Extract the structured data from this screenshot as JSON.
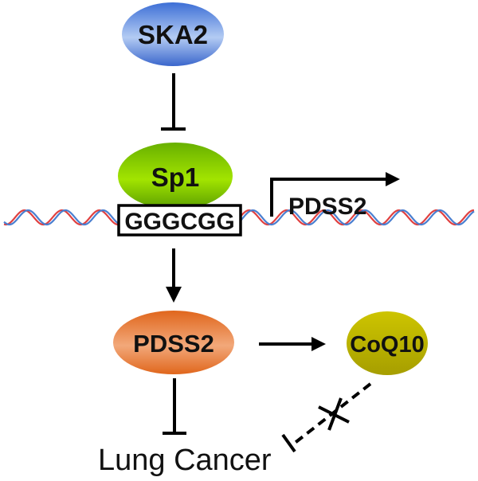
{
  "diagram": {
    "nodes": {
      "ska2": {
        "label": "SKA2",
        "color_top": "#3d6fd6",
        "color_mid": "#a9c3f0",
        "color_bottom": "#3a66cc"
      },
      "sp1": {
        "label": "Sp1",
        "color_top": "#6fb800",
        "color_mid": "#9de000",
        "color_bottom": "#5fa300"
      },
      "motif": {
        "label": "GGGCGG"
      },
      "gene": {
        "label": "PDSS2"
      },
      "pdss2": {
        "label": "PDSS2",
        "color_top": "#e06a20",
        "color_mid": "#f0a070",
        "color_bottom": "#e06a20"
      },
      "coq10": {
        "label": "CoQ10",
        "color_top": "#c8c000",
        "color_mid": "#b8b000",
        "color_bottom": "#a8a000"
      },
      "lung_cancer": {
        "label": "Lung Cancer"
      }
    },
    "edges": [
      {
        "from": "SKA2",
        "to": "Sp1",
        "type": "inhibition"
      },
      {
        "from": "Sp1",
        "to": "PDSS2 promoter",
        "type": "transcription-start"
      },
      {
        "from": "Sp1",
        "to": "PDSS2",
        "type": "activation"
      },
      {
        "from": "PDSS2",
        "to": "CoQ10",
        "type": "activation"
      },
      {
        "from": "PDSS2",
        "to": "Lung Cancer",
        "type": "inhibition"
      },
      {
        "from": "CoQ10",
        "to": "Lung Cancer",
        "type": "blocked-inhibition"
      }
    ],
    "dna": {
      "strand1_color": "#e04040",
      "strand2_color": "#4a7fd0"
    }
  }
}
